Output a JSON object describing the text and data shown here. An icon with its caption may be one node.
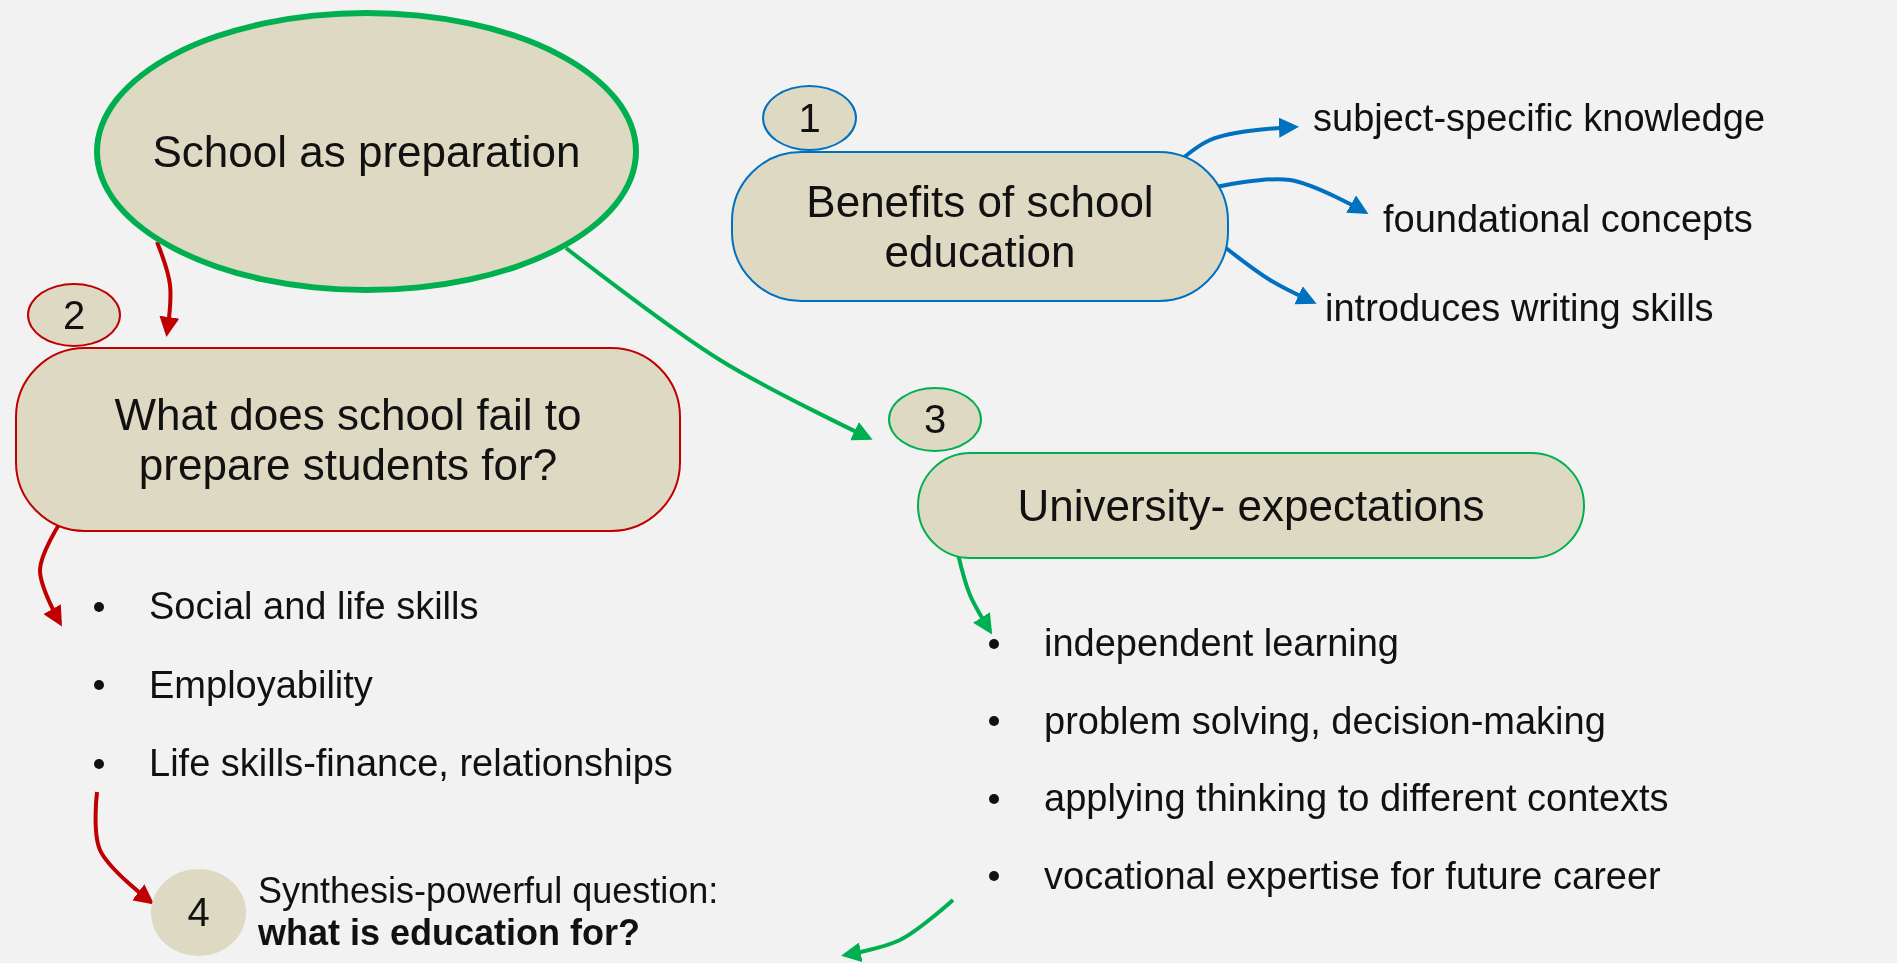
{
  "diagram": {
    "nodes": [
      {
        "text": [
          "School as preparation"
        ]
      },
      {
        "text": [
          "1"
        ]
      },
      {
        "text": [
          "Benefits of school education"
        ]
      },
      {
        "text": [
          "subject-specific knowledge"
        ]
      },
      {
        "text": [
          "foundational concepts"
        ]
      },
      {
        "text": [
          "introduces writing skills"
        ]
      },
      {
        "text": [
          "2"
        ]
      },
      {
        "text": [
          "What does school fail to prepare students for?"
        ]
      },
      {
        "text": [
          "Social and life skills",
          "Employability",
          "Life skills-finance, relationships"
        ]
      },
      {
        "text": [
          "3"
        ]
      },
      {
        "text": [
          "University- expectations"
        ]
      },
      {
        "text": [
          "independent learning",
          "problem solving, decision-making",
          "applying thinking to different contexts",
          "vocational expertise for future career"
        ]
      },
      {
        "text": [
          "4"
        ]
      },
      {
        "text": [
          "Synthesis-powerful question: **what is education for?**"
        ]
      }
    ],
    "edges": [
      {
        "from": 0,
        "to": 7,
        "arrow": "to",
        "color": "#c00000"
      },
      {
        "from": 0,
        "to": 10,
        "arrow": "to",
        "color": "#00b050"
      },
      {
        "from": 2,
        "to": 3,
        "arrow": "to",
        "color": "#0070c0"
      },
      {
        "from": 2,
        "to": 4,
        "arrow": "to",
        "color": "#0070c0"
      },
      {
        "from": 2,
        "to": 5,
        "arrow": "to",
        "color": "#0070c0"
      },
      {
        "from": 7,
        "to": 8,
        "arrow": "to",
        "color": "#c00000"
      },
      {
        "from": 8,
        "to": 12,
        "arrow": "to",
        "color": "#c00000"
      },
      {
        "from": 10,
        "to": 11,
        "arrow": "to",
        "color": "#00b050"
      },
      {
        "from": 11,
        "to": 13,
        "arrow": "to",
        "color": "#00b050"
      }
    ]
  }
}
